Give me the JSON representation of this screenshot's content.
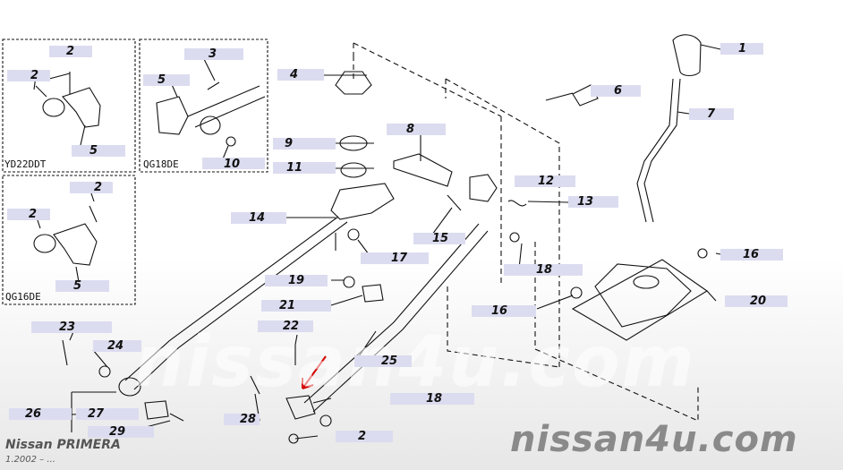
{
  "watermark_main": "nissan4u.com",
  "watermark_overlay": "nissan4u.com",
  "brand": {
    "model": "Nissan  PRIMERA",
    "date": "1.2002 – ..."
  },
  "engines": {
    "yd": "YD22DDT",
    "qg18": "QG18DE",
    "qg16": "QG16DE"
  },
  "callouts": [
    {
      "id": "c1",
      "label": "1"
    },
    {
      "id": "c2a",
      "label": "2"
    },
    {
      "id": "c2b",
      "label": "2"
    },
    {
      "id": "c2c",
      "label": "2"
    },
    {
      "id": "c2d",
      "label": "2"
    },
    {
      "id": "c2e",
      "label": "2"
    },
    {
      "id": "c3",
      "label": "3"
    },
    {
      "id": "c4",
      "label": "4"
    },
    {
      "id": "c5a",
      "label": "5"
    },
    {
      "id": "c5b",
      "label": "5"
    },
    {
      "id": "c5c",
      "label": "5"
    },
    {
      "id": "c6",
      "label": "6"
    },
    {
      "id": "c7",
      "label": "7"
    },
    {
      "id": "c8",
      "label": "8"
    },
    {
      "id": "c9",
      "label": "9"
    },
    {
      "id": "c10",
      "label": "10"
    },
    {
      "id": "c11",
      "label": "11"
    },
    {
      "id": "c12",
      "label": "12"
    },
    {
      "id": "c13",
      "label": "13"
    },
    {
      "id": "c14",
      "label": "14"
    },
    {
      "id": "c15",
      "label": "15"
    },
    {
      "id": "c16a",
      "label": "16"
    },
    {
      "id": "c16b",
      "label": "16"
    },
    {
      "id": "c17",
      "label": "17"
    },
    {
      "id": "c18a",
      "label": "18"
    },
    {
      "id": "c18b",
      "label": "18"
    },
    {
      "id": "c19",
      "label": "19"
    },
    {
      "id": "c20",
      "label": "20"
    },
    {
      "id": "c21",
      "label": "21"
    },
    {
      "id": "c22",
      "label": "22"
    },
    {
      "id": "c23",
      "label": "23"
    },
    {
      "id": "c24",
      "label": "24"
    },
    {
      "id": "c25",
      "label": "25"
    },
    {
      "id": "c26",
      "label": "26"
    },
    {
      "id": "c27",
      "label": "27"
    },
    {
      "id": "c28",
      "label": "28"
    },
    {
      "id": "c29",
      "label": "29"
    }
  ]
}
